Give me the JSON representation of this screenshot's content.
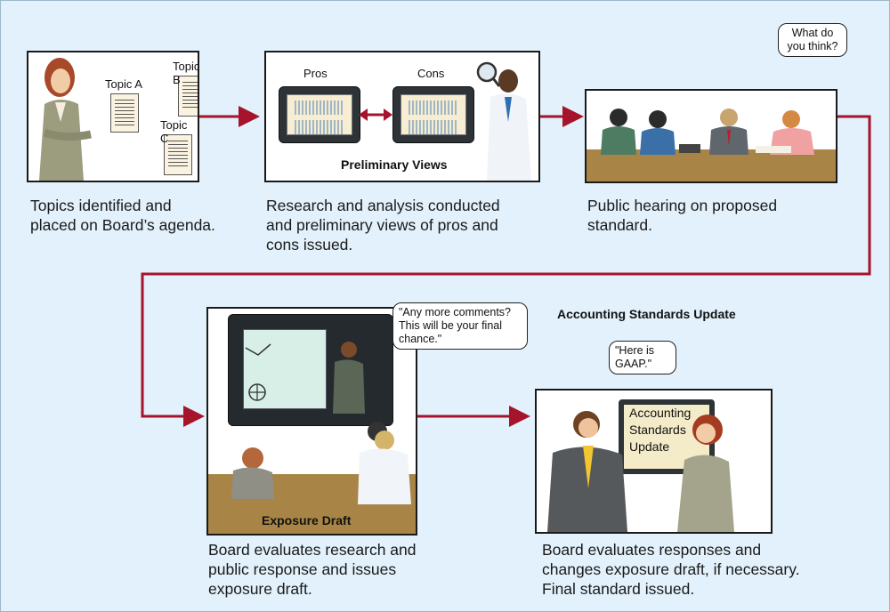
{
  "steps": {
    "topics": {
      "caption_1": "Topics identified and",
      "caption_2": "placed on Board’s agenda.",
      "doc_a": "Topic A",
      "doc_b": "Topic B",
      "doc_c": "Topic C"
    },
    "research": {
      "caption_1": "Research and analysis conducted",
      "caption_2": "and preliminary views of pros and",
      "caption_3": "cons issued.",
      "pros": "Pros",
      "cons": "Cons",
      "title": "Preliminary Views"
    },
    "hearing": {
      "caption_1": "Public hearing on proposed",
      "caption_2": "standard.",
      "bubble_1": "What do",
      "bubble_2": "you think?"
    },
    "exposure": {
      "caption_1": "Board evaluates research and",
      "caption_2": "public response and issues",
      "caption_3": "exposure draft.",
      "title": "Exposure Draft",
      "bubble_1": "\"Any more comments?",
      "bubble_2": "This will be your final",
      "bubble_3": "chance.\""
    },
    "update": {
      "heading": "Accounting Standards Update",
      "caption_1": "Board evaluates responses and",
      "caption_2": "changes exposure draft, if necessary.",
      "caption_3": "Final standard issued.",
      "bubble_1": "\"Here is",
      "bubble_2": "GAAP.\"",
      "sign_1": "Accounting",
      "sign_2": "Standards",
      "sign_3": "Update"
    }
  },
  "colors": {
    "background": "#e2f1fb",
    "arrow": "#a5142b",
    "panel_border": "#1a1a1a"
  }
}
